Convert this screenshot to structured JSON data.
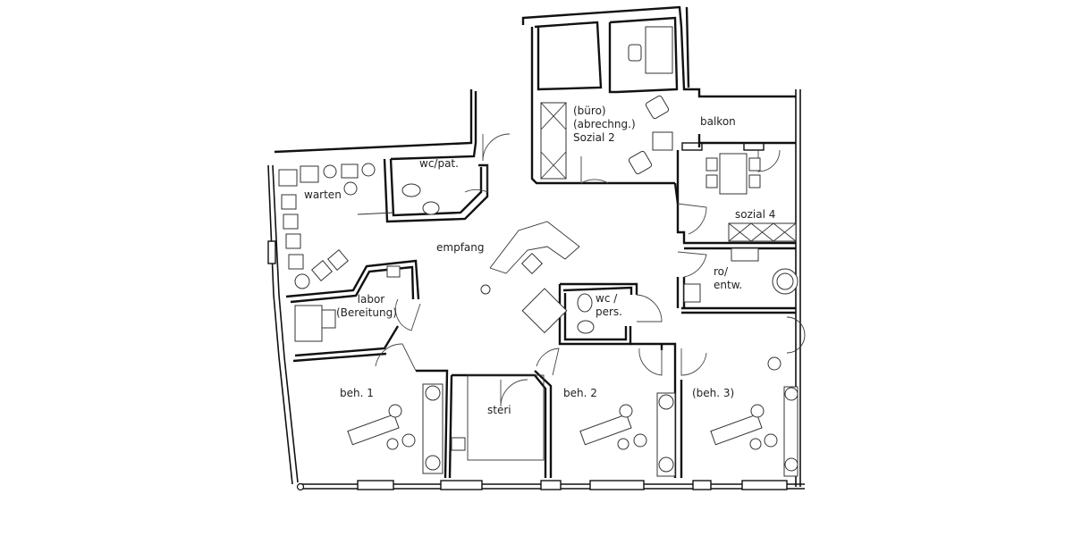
{
  "plan": {
    "type": "architectural floor plan",
    "rooms": [
      {
        "id": "buero",
        "lines": [
          "(büro)",
          "(abrechng.)",
          "Sozial 2"
        ]
      },
      {
        "id": "balkon",
        "lines": [
          "balkon"
        ]
      },
      {
        "id": "warten",
        "lines": [
          "warten"
        ]
      },
      {
        "id": "wc_pat",
        "lines": [
          "wc/pat."
        ]
      },
      {
        "id": "empfang",
        "lines": [
          "empfang"
        ]
      },
      {
        "id": "sozial4",
        "lines": [
          "sozial 4"
        ]
      },
      {
        "id": "ro_entw",
        "lines": [
          "ro/",
          "entw."
        ]
      },
      {
        "id": "labor",
        "lines": [
          "labor",
          "(Bereitung)"
        ]
      },
      {
        "id": "wc_pers",
        "lines": [
          "wc /",
          "pers."
        ]
      },
      {
        "id": "beh1",
        "lines": [
          "beh. 1"
        ]
      },
      {
        "id": "steri",
        "lines": [
          "steri"
        ]
      },
      {
        "id": "beh2",
        "lines": [
          "beh. 2"
        ]
      },
      {
        "id": "beh3",
        "lines": [
          "(beh. 3)"
        ]
      }
    ]
  }
}
